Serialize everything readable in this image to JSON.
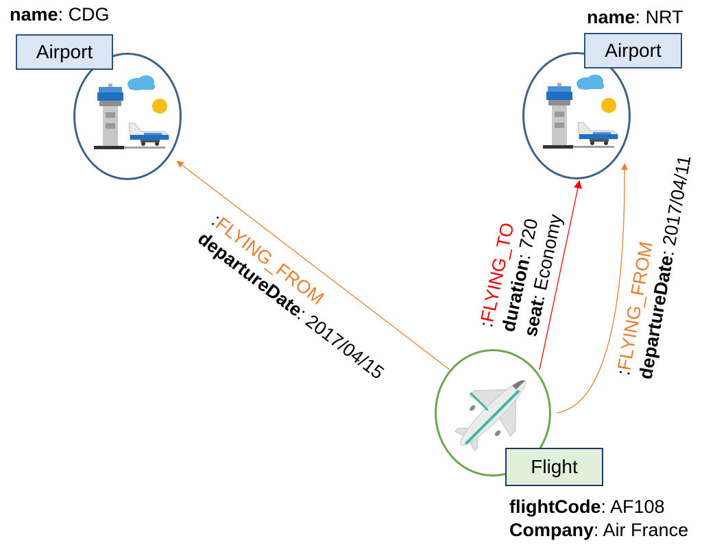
{
  "nodes": {
    "cdg": {
      "label": "Airport",
      "prop_key": "name",
      "prop_value": "CDG"
    },
    "nrt": {
      "label": "Airport",
      "prop_key": "name",
      "prop_value": "NRT"
    },
    "flight": {
      "label": "Flight",
      "props": [
        {
          "key": "flightCode",
          "value": "AF108"
        },
        {
          "key": "Company",
          "value": "Air France"
        }
      ]
    }
  },
  "relationships": {
    "flying_from_cdg": {
      "colon": ":",
      "type": "FLYING_FROM",
      "prop_key": "departureDate",
      "prop_value": "2017/04/15",
      "color": "#ed7d31"
    },
    "flying_to_nrt": {
      "colon": ":",
      "type": "FLYING_TO",
      "props": [
        {
          "key": "duration",
          "value": "720"
        },
        {
          "key": "seat",
          "value": "Economy"
        }
      ],
      "color": "#ff0000"
    },
    "flying_from_nrt": {
      "colon": ":",
      "type": "FLYING_FROM",
      "prop_key": "departureDate",
      "prop_value": "2017/04/11",
      "color": "#ed7d31"
    }
  },
  "icons": {
    "airport": "airport-icon",
    "flight": "airplane-icon"
  },
  "colors": {
    "airport_border": "#3c6287",
    "flight_border": "#6aa84f",
    "airport_label_bg": "#dbe6f5",
    "flight_label_bg": "#e2efd9"
  }
}
